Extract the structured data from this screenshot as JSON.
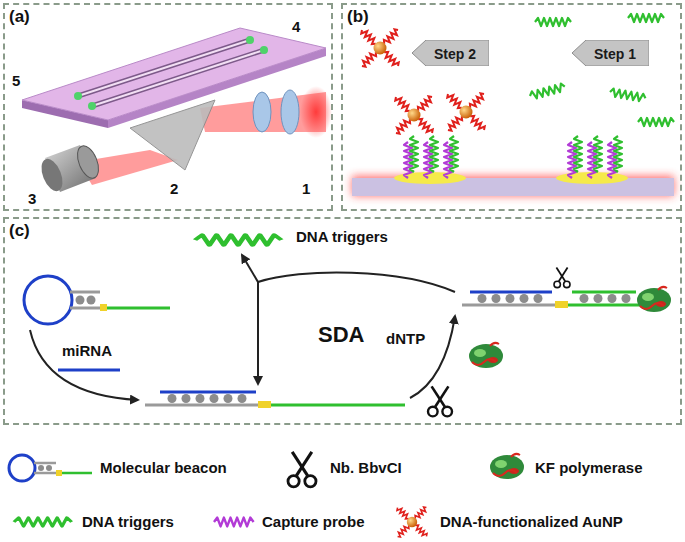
{
  "diagram": {
    "nodes": [
      {
        "text": [
          "(a)"
        ]
      },
      {
        "text": [
          "(b)"
        ]
      },
      {
        "text": [
          "Step 2"
        ],
        "in": 1
      },
      {
        "text": [
          "Step 1"
        ],
        "in": 1
      },
      {
        "text": [
          "(c)"
        ]
      }
    ],
    "labels": [
      "1",
      "2",
      "3",
      "4",
      "5",
      "DNA triggers",
      "miRNA",
      "SDA",
      "dNTP"
    ],
    "legend": [
      {
        "text": "Molecular beacon"
      },
      {
        "text": "Nb. BbvCI"
      },
      {
        "text": "KF polymerase"
      },
      {
        "text": "DNA triggers"
      },
      {
        "text": "Capture probe"
      },
      {
        "text": "DNA-functionalized AuNP"
      }
    ]
  }
}
